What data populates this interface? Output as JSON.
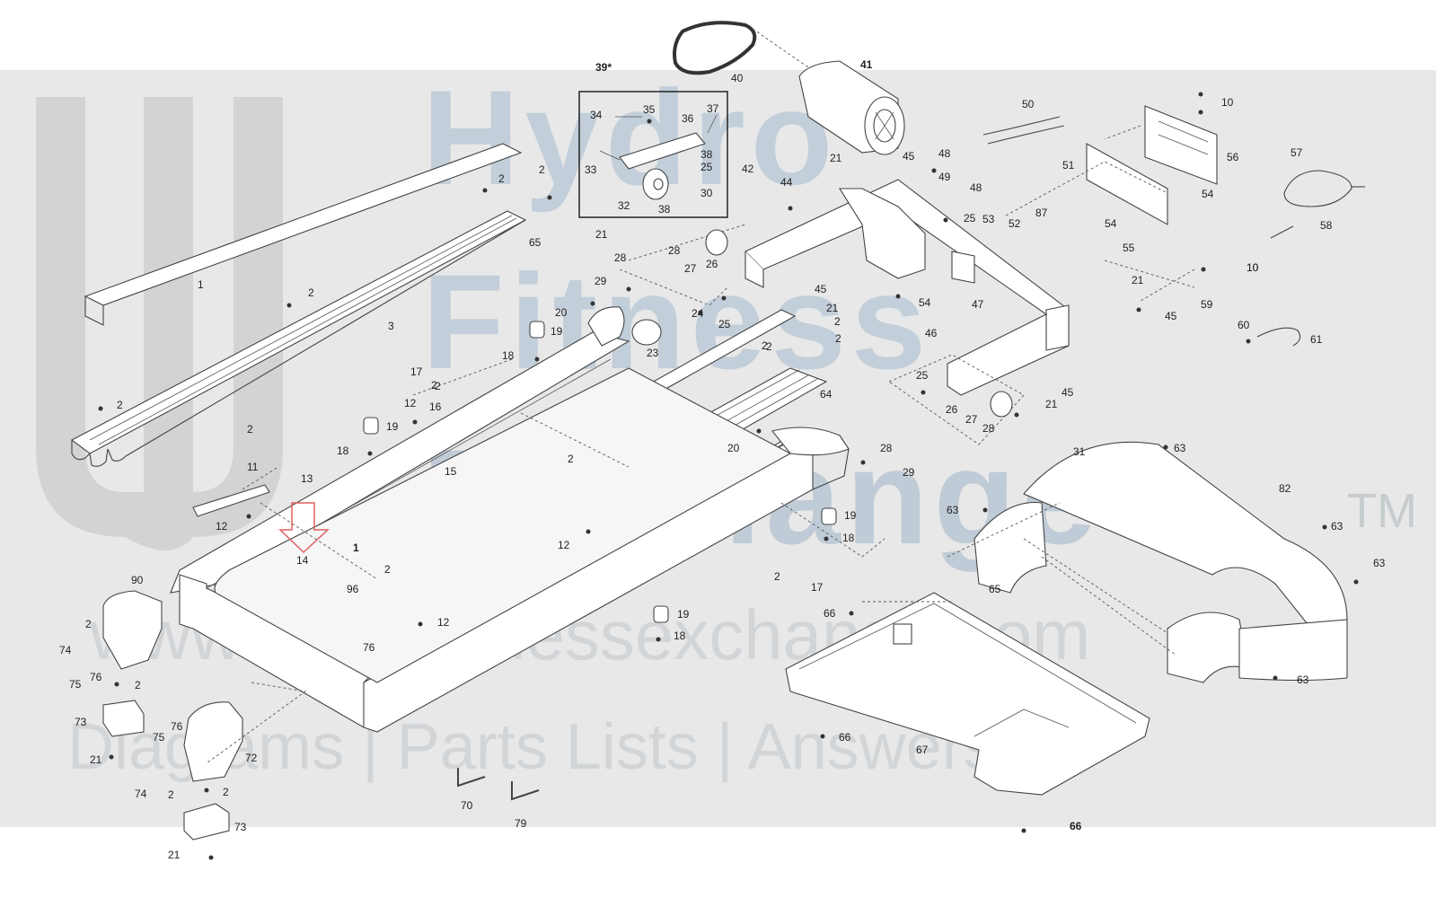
{
  "watermark": {
    "line1": "Hydro",
    "line2": "Fitness",
    "line3": "Exchange",
    "trademark": "TM",
    "website": "www.hydrofitnessexchange.com",
    "tagline": "Diagrams | Parts Lists | Answers"
  },
  "callout_arrow_color": "#e06060",
  "part_labels": [
    {
      "id": "1",
      "t": "1"
    },
    {
      "id": "1b",
      "t": "1"
    },
    {
      "id": "2a",
      "t": "2"
    },
    {
      "id": "2b",
      "t": "2"
    },
    {
      "id": "2c",
      "t": "2"
    },
    {
      "id": "2d",
      "t": "2"
    },
    {
      "id": "2e",
      "t": "2"
    },
    {
      "id": "2f",
      "t": "2"
    },
    {
      "id": "2g",
      "t": "2"
    },
    {
      "id": "2h",
      "t": "2"
    },
    {
      "id": "2i",
      "t": "2"
    },
    {
      "id": "2j",
      "t": "2"
    },
    {
      "id": "2k",
      "t": "2"
    },
    {
      "id": "2l",
      "t": "2"
    },
    {
      "id": "2m",
      "t": "2"
    },
    {
      "id": "2n",
      "t": "2"
    },
    {
      "id": "2o",
      "t": "2"
    },
    {
      "id": "2p",
      "t": "2"
    },
    {
      "id": "2q",
      "t": "2"
    },
    {
      "id": "2r",
      "t": "2"
    },
    {
      "id": "3",
      "t": "3"
    },
    {
      "id": "10a",
      "t": "10"
    },
    {
      "id": "10b",
      "t": "10"
    },
    {
      "id": "10c",
      "t": "10"
    },
    {
      "id": "11",
      "t": "11"
    },
    {
      "id": "12a",
      "t": "12"
    },
    {
      "id": "12b",
      "t": "12"
    },
    {
      "id": "12c",
      "t": "12"
    },
    {
      "id": "12d",
      "t": "12"
    },
    {
      "id": "13",
      "t": "13"
    },
    {
      "id": "14",
      "t": "14"
    },
    {
      "id": "15",
      "t": "15"
    },
    {
      "id": "16",
      "t": "16"
    },
    {
      "id": "17a",
      "t": "17"
    },
    {
      "id": "17b",
      "t": "17"
    },
    {
      "id": "18a",
      "t": "18"
    },
    {
      "id": "18b",
      "t": "18"
    },
    {
      "id": "18c",
      "t": "18"
    },
    {
      "id": "18d",
      "t": "18"
    },
    {
      "id": "19a",
      "t": "19"
    },
    {
      "id": "19b",
      "t": "19"
    },
    {
      "id": "19c",
      "t": "19"
    },
    {
      "id": "19d",
      "t": "19"
    },
    {
      "id": "20a",
      "t": "20"
    },
    {
      "id": "20b",
      "t": "20"
    },
    {
      "id": "21a",
      "t": "21"
    },
    {
      "id": "21b",
      "t": "21"
    },
    {
      "id": "21c",
      "t": "21"
    },
    {
      "id": "21d",
      "t": "21"
    },
    {
      "id": "21e",
      "t": "21"
    },
    {
      "id": "21f",
      "t": "21"
    },
    {
      "id": "21g",
      "t": "21"
    },
    {
      "id": "23",
      "t": "23"
    },
    {
      "id": "24",
      "t": "24"
    },
    {
      "id": "25a",
      "t": "25"
    },
    {
      "id": "25b",
      "t": "25"
    },
    {
      "id": "25c",
      "t": "25"
    },
    {
      "id": "25d",
      "t": "25"
    },
    {
      "id": "26a",
      "t": "26"
    },
    {
      "id": "26b",
      "t": "26"
    },
    {
      "id": "27a",
      "t": "27"
    },
    {
      "id": "27b",
      "t": "27"
    },
    {
      "id": "28a",
      "t": "28"
    },
    {
      "id": "28b",
      "t": "28"
    },
    {
      "id": "28c",
      "t": "28"
    },
    {
      "id": "28d",
      "t": "28"
    },
    {
      "id": "29a",
      "t": "29"
    },
    {
      "id": "29b",
      "t": "29"
    },
    {
      "id": "30",
      "t": "30"
    },
    {
      "id": "31",
      "t": "31"
    },
    {
      "id": "32",
      "t": "32"
    },
    {
      "id": "33",
      "t": "33"
    },
    {
      "id": "34",
      "t": "34"
    },
    {
      "id": "35",
      "t": "35"
    },
    {
      "id": "36",
      "t": "36"
    },
    {
      "id": "37",
      "t": "37"
    },
    {
      "id": "38a",
      "t": "38"
    },
    {
      "id": "38b",
      "t": "38"
    },
    {
      "id": "39",
      "t": "39*"
    },
    {
      "id": "40",
      "t": "40"
    },
    {
      "id": "41",
      "t": "41"
    },
    {
      "id": "42",
      "t": "42"
    },
    {
      "id": "44",
      "t": "44"
    },
    {
      "id": "45a",
      "t": "45"
    },
    {
      "id": "45b",
      "t": "45"
    },
    {
      "id": "45c",
      "t": "45"
    },
    {
      "id": "45d",
      "t": "45"
    },
    {
      "id": "46",
      "t": "46"
    },
    {
      "id": "47",
      "t": "47"
    },
    {
      "id": "48a",
      "t": "48"
    },
    {
      "id": "48b",
      "t": "48"
    },
    {
      "id": "49",
      "t": "49"
    },
    {
      "id": "50",
      "t": "50"
    },
    {
      "id": "51",
      "t": "51"
    },
    {
      "id": "52",
      "t": "52"
    },
    {
      "id": "53",
      "t": "53"
    },
    {
      "id": "54a",
      "t": "54"
    },
    {
      "id": "54b",
      "t": "54"
    },
    {
      "id": "54c",
      "t": "54"
    },
    {
      "id": "55",
      "t": "55"
    },
    {
      "id": "56",
      "t": "56"
    },
    {
      "id": "57",
      "t": "57"
    },
    {
      "id": "58",
      "t": "58"
    },
    {
      "id": "59",
      "t": "59"
    },
    {
      "id": "60",
      "t": "60"
    },
    {
      "id": "61",
      "t": "61"
    },
    {
      "id": "63a",
      "t": "63"
    },
    {
      "id": "63b",
      "t": "63"
    },
    {
      "id": "63c",
      "t": "63"
    },
    {
      "id": "63d",
      "t": "63"
    },
    {
      "id": "63e",
      "t": "63"
    },
    {
      "id": "64",
      "t": "64"
    },
    {
      "id": "65a",
      "t": "65"
    },
    {
      "id": "65b",
      "t": "65"
    },
    {
      "id": "66a",
      "t": "66"
    },
    {
      "id": "66b",
      "t": "66"
    },
    {
      "id": "66c",
      "t": "66"
    },
    {
      "id": "67",
      "t": "67"
    },
    {
      "id": "70",
      "t": "70"
    },
    {
      "id": "72",
      "t": "72"
    },
    {
      "id": "73a",
      "t": "73"
    },
    {
      "id": "73b",
      "t": "73"
    },
    {
      "id": "74a",
      "t": "74"
    },
    {
      "id": "74b",
      "t": "74"
    },
    {
      "id": "75a",
      "t": "75"
    },
    {
      "id": "75b",
      "t": "75"
    },
    {
      "id": "76a",
      "t": "76"
    },
    {
      "id": "76b",
      "t": "76"
    },
    {
      "id": "76c",
      "t": "76"
    },
    {
      "id": "79",
      "t": "79"
    },
    {
      "id": "82",
      "t": "82"
    },
    {
      "id": "87",
      "t": "87"
    },
    {
      "id": "90",
      "t": "90"
    },
    {
      "id": "96",
      "t": "96"
    }
  ]
}
